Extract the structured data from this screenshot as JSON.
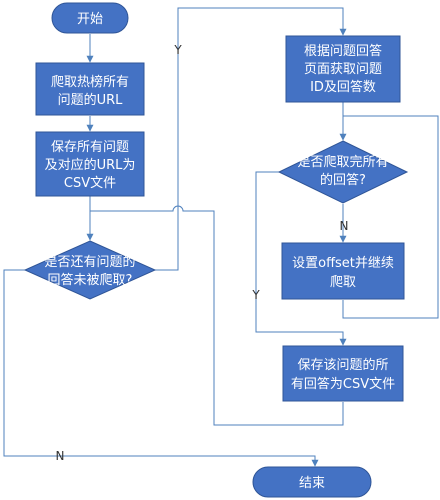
{
  "colors": {
    "fill": "#4472c4",
    "stroke": "#2f5597",
    "edge": "#4f81bd",
    "text": "#ffffff",
    "label": "#333333"
  },
  "nodes": {
    "start": {
      "lines": [
        "开始"
      ]
    },
    "crawl_hot": {
      "lines": [
        "爬取热榜所有",
        "问题的URL"
      ]
    },
    "save_questions": {
      "lines": [
        "保存所有问题",
        "及对应的URL为",
        "CSV文件"
      ]
    },
    "decision_questions": {
      "lines": [
        "是否还有问题的",
        "回答未被爬取?"
      ]
    },
    "get_ids": {
      "lines": [
        "根据问题回答",
        "页面获取问题",
        "ID及回答数"
      ]
    },
    "decision_answers": {
      "lines": [
        "是否爬取完所有",
        "的回答?"
      ]
    },
    "set_offset": {
      "lines": [
        "设置offset并继续",
        "爬取"
      ]
    },
    "save_answers": {
      "lines": [
        "保存该问题的所",
        "有回答为CSV文件"
      ]
    },
    "end": {
      "lines": [
        "结束"
      ]
    }
  },
  "edge_labels": {
    "q_yes": "Y",
    "q_no": "N",
    "a_no": "N",
    "a_yes": "Y"
  }
}
